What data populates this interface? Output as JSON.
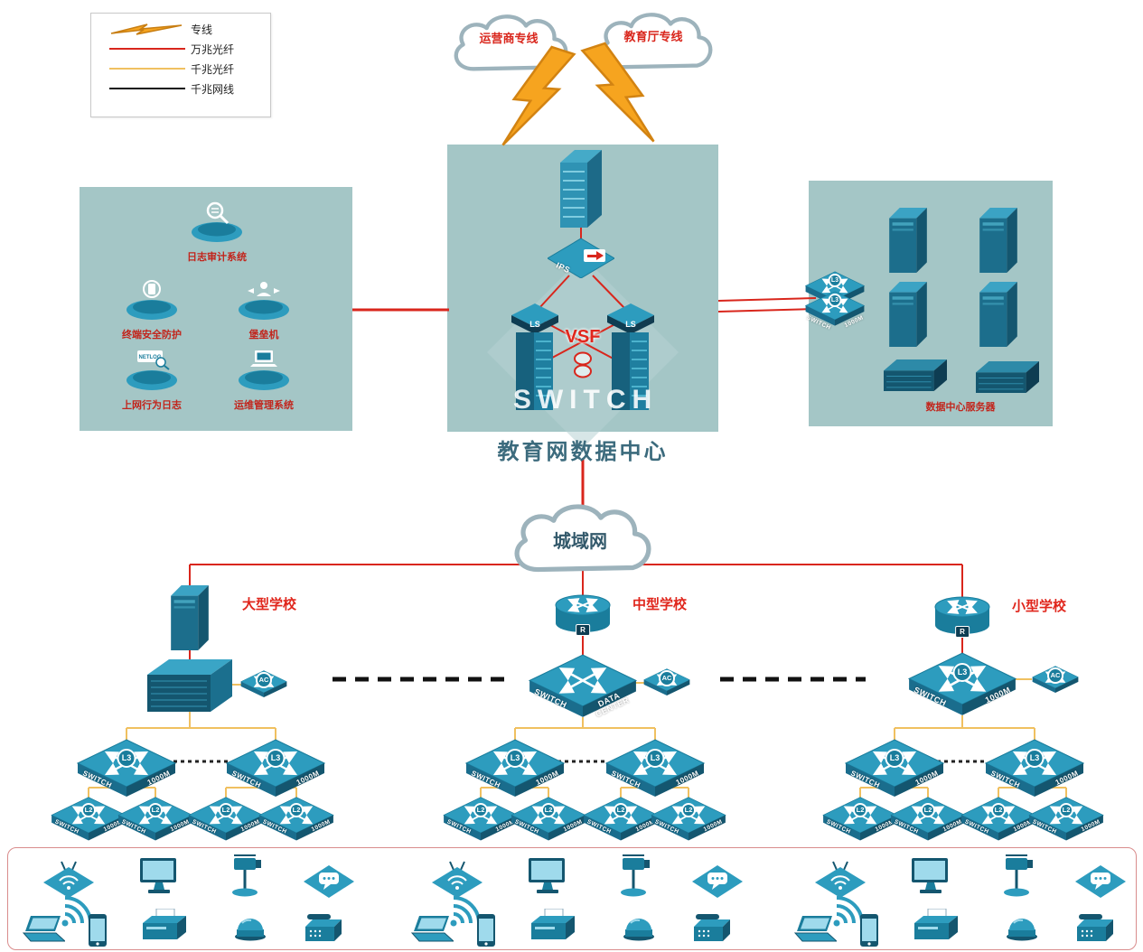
{
  "legend": {
    "items": [
      {
        "label": "专线",
        "type": "lightning"
      },
      {
        "label": "万兆光纤",
        "type": "red-line"
      },
      {
        "label": "千兆光纤",
        "type": "yellow-line"
      },
      {
        "label": "千兆网线",
        "type": "black-line"
      }
    ]
  },
  "clouds": {
    "isp": "运营商专线",
    "edu": "教育厅专线",
    "metro": "城域网"
  },
  "datacenter": {
    "title": "教育网数据中心",
    "ips_label": "IPS",
    "vsf_label": "VSF",
    "tower_badge": "LS",
    "switch_watermark": "SWITCH"
  },
  "security_zone": {
    "items": [
      "日志审计系统",
      "终端安全防护",
      "堡垒机",
      "上网行为日志",
      "运维管理系统"
    ],
    "netlog_text": "NETLOG"
  },
  "server_zone": {
    "label": "数据中心服务器"
  },
  "schools": [
    {
      "name": "大型学校"
    },
    {
      "name": "中型学校"
    },
    {
      "name": "小型学校"
    }
  ],
  "device_labels": {
    "switch_left": "SWITCH",
    "switch_right": "1000M",
    "dc_right": "DATA CENTER",
    "l3": "L3",
    "l2": "L2",
    "ac": "AC",
    "router_badge": "R"
  },
  "colors": {
    "zone_bg": "#a4c6c6",
    "line_10g_fiber": "#d9261c",
    "line_1g_fiber": "#f0c060",
    "line_1g_copper": "#111111",
    "lightning": "#f6a41f",
    "device_teal": "#2d9cbe",
    "label_red": "#c2251c"
  }
}
